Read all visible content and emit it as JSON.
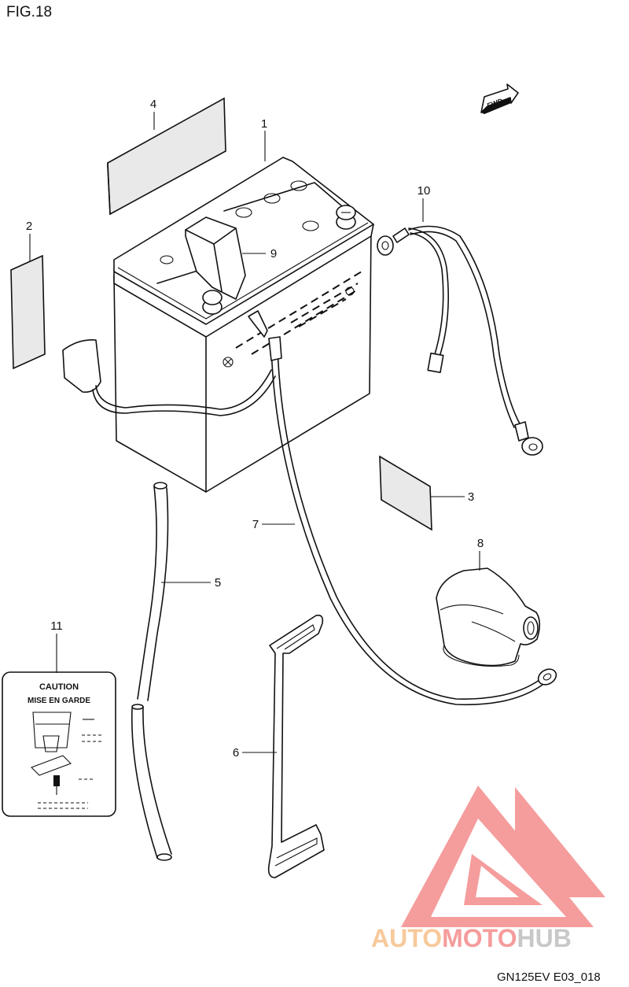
{
  "figure": {
    "title": "FIG.18",
    "code": "GN125EV E03_018"
  },
  "fwd_badge": "FWD",
  "callouts": [
    "1",
    "2",
    "3",
    "4",
    "5",
    "6",
    "7",
    "8",
    "9",
    "10",
    "11"
  ],
  "caution_label": {
    "line1": "CAUTION",
    "line2": "MISE EN GARDE"
  },
  "watermark": {
    "auto": "AUTO",
    "moto": "MOTO",
    "hub": "HUB",
    "colors": {
      "triangle": "#f48b8b",
      "auto": "#f6c08a",
      "moto": "#f48b8b",
      "hub": "#bfbfbf"
    }
  }
}
